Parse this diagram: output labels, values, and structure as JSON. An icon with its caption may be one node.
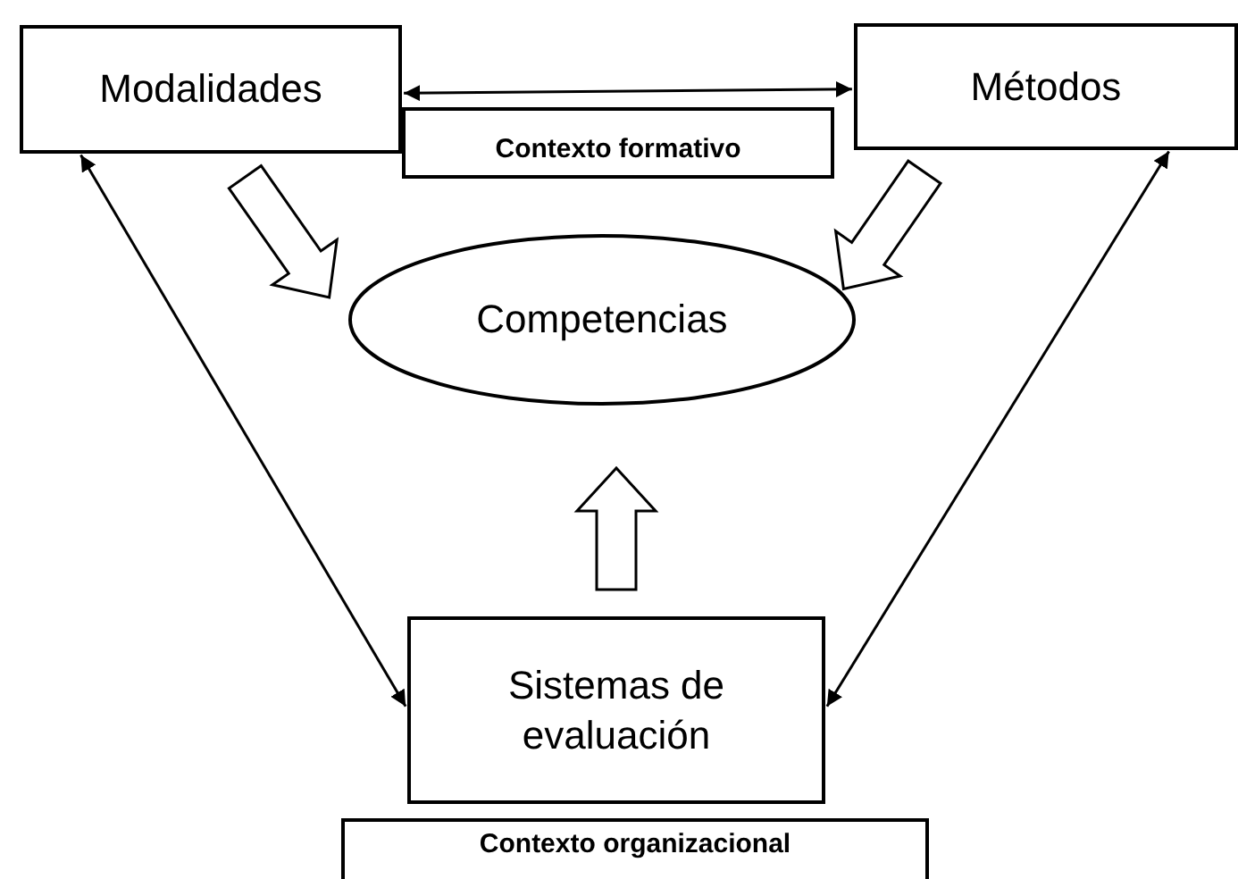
{
  "diagram": {
    "nodes": [
      {
        "text": [
          "Modalidades"
        ]
      },
      {
        "text": [
          "Métodos"
        ]
      },
      {
        "text": [
          "Contexto formativo"
        ]
      },
      {
        "text": [
          "Competencias"
        ]
      },
      {
        "text": [
          "Sistemas de evaluación"
        ]
      },
      {
        "text": [
          "Contexto organizacional"
        ]
      }
    ],
    "edges": [
      {
        "from": 0,
        "to": 1,
        "arrow": "both"
      },
      {
        "from": 0,
        "to": 4,
        "arrow": "both"
      },
      {
        "from": 1,
        "to": 4,
        "arrow": "both"
      },
      {
        "from": 0,
        "to": 3,
        "arrow": "to",
        "style": "thick"
      },
      {
        "from": 1,
        "to": 3,
        "arrow": "to",
        "style": "thick"
      },
      {
        "from": 4,
        "to": 3,
        "arrow": "to",
        "style": "thick"
      }
    ]
  }
}
